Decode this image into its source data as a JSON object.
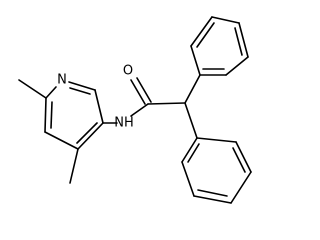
{
  "molecule": {
    "atom_labels": {
      "nitrogen_ring": "N",
      "nitrogen_amide": "NH",
      "oxygen_carbonyl": "O"
    }
  },
  "colors": {
    "bond": "#000000",
    "label": "#000000",
    "background": "#ffffff"
  }
}
